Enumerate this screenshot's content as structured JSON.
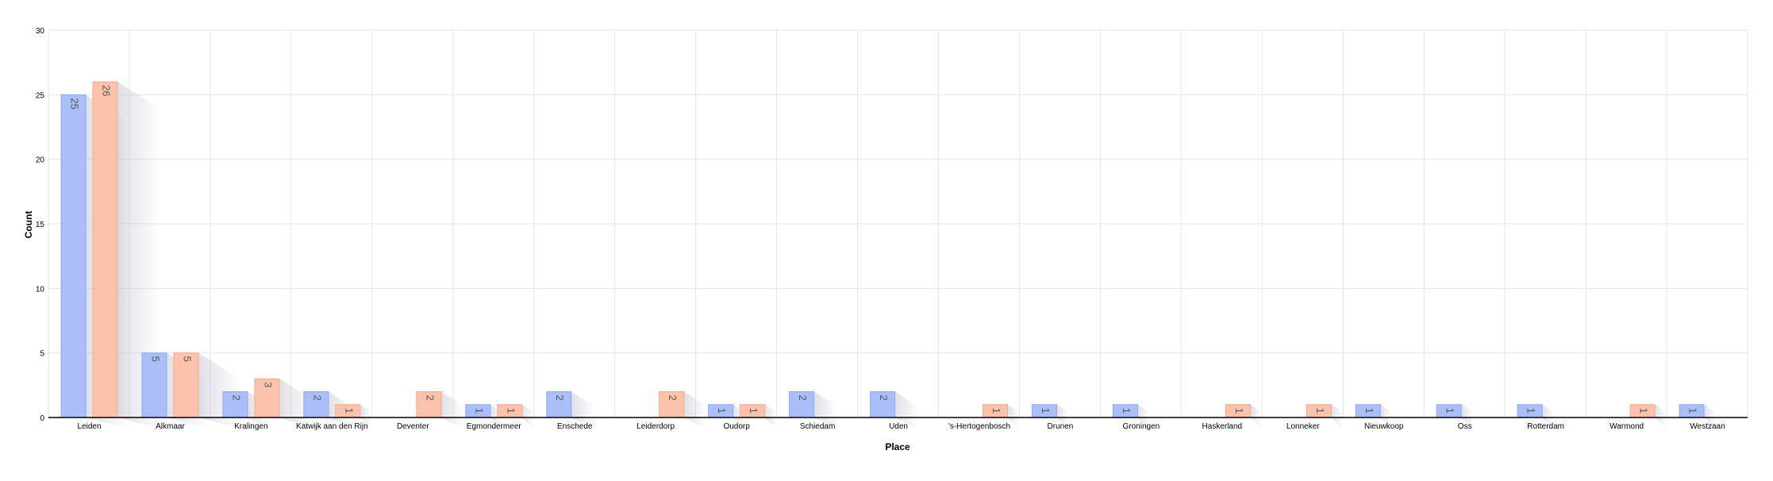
{
  "chart_data": {
    "type": "bar",
    "xlabel": "Place",
    "ylabel": "Count",
    "ylim": [
      0,
      30
    ],
    "yticks": [
      0,
      5,
      10,
      15,
      20,
      25,
      30
    ],
    "grid": true,
    "categories": [
      "Leiden",
      "Alkmaar",
      "Kralingen",
      "Katwijk aan den Rijn",
      "Deventer",
      "Egmondermeer",
      "Enschede",
      "Leiderdorp",
      "Oudorp",
      "Schiedam",
      "Uden",
      "'s-Hertogenbosch",
      "Drunen",
      "Groningen",
      "Haskerland",
      "Lonneker",
      "Nieuwkoop",
      "Oss",
      "Rotterdam",
      "Warmond",
      "Westzaan"
    ],
    "category_slots": [
      "left-pair",
      "left-pair",
      "left-pair",
      "left-pair",
      "right",
      "left-pair",
      "left",
      "right",
      "left-pair",
      "left",
      "left",
      "right",
      "left",
      "left",
      "right",
      "right",
      "left",
      "left",
      "left",
      "right",
      "left"
    ],
    "series": [
      {
        "values": [
          25,
          5,
          2,
          2,
          null,
          1,
          2,
          null,
          1,
          2,
          2,
          null,
          1,
          1,
          null,
          null,
          1,
          1,
          1,
          null,
          1
        ]
      },
      {
        "values": [
          26,
          5,
          3,
          1,
          2,
          1,
          null,
          2,
          1,
          null,
          null,
          1,
          null,
          null,
          1,
          1,
          null,
          null,
          null,
          1,
          null
        ]
      }
    ],
    "colors": {
      "series_0": "#aabffa",
      "series_0_stroke": "#8ea8f2",
      "series_1": "#fdc2ac",
      "series_1_stroke": "#f4a98c",
      "grid": "#e6e6e6",
      "axis": "#000000"
    }
  }
}
